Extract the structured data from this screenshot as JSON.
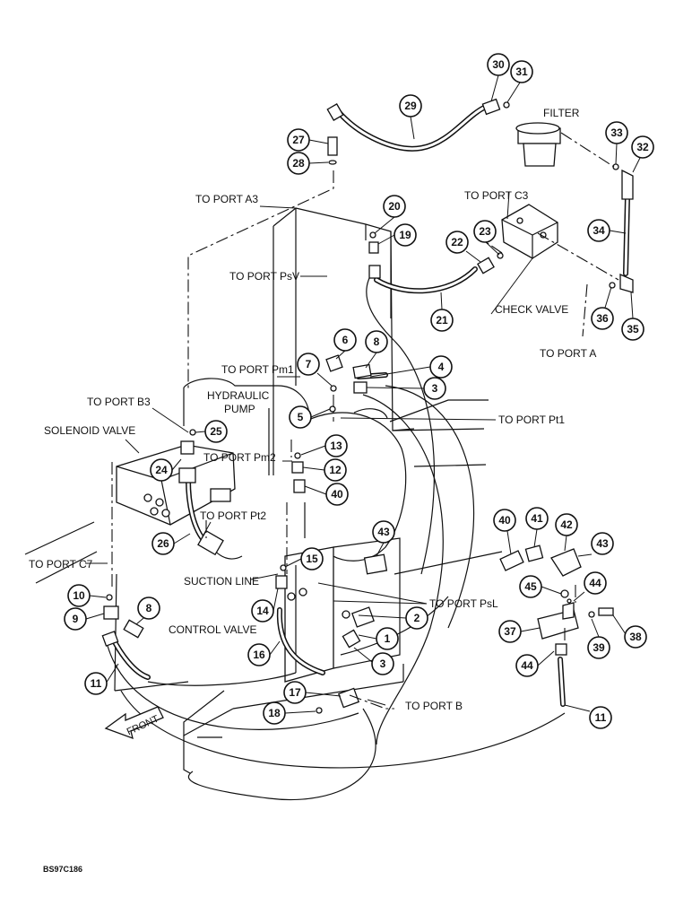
{
  "labels": {
    "filter": "FILTER",
    "to_port_a3": "TO PORT A3",
    "to_port_c3": "TO PORT C3",
    "to_port_psv": "TO PORT PsV",
    "check_valve": "CHECK VALVE",
    "to_port_a": "TO PORT A",
    "to_port_pm1": "TO PORT Pm1",
    "hydraulic_pump": "HYDRAULIC PUMP",
    "to_port_b3": "TO PORT B3",
    "to_port_pt1": "TO PORT Pt1",
    "solenoid_valve": "SOLENOID VALVE",
    "to_port_pm2": "TO PORT Pm2",
    "to_port_pt2": "TO PORT Pt2",
    "to_port_c7": "TO PORT C7",
    "suction_line": "SUCTION LINE",
    "to_port_psl": "TO PORT PsL",
    "control_valve": "CONTROL VALVE",
    "to_port_b": "TO PORT B",
    "front": "FRONT",
    "figure_code": "BS97C186"
  },
  "callouts": {
    "c30": "30",
    "c31": "31",
    "c29": "29",
    "c27": "27",
    "c28": "28",
    "c33": "33",
    "c32": "32",
    "c20": "20",
    "c19": "19",
    "c22": "22",
    "c23": "23",
    "c34": "34",
    "c21": "21",
    "c36": "36",
    "c35": "35",
    "c6": "6",
    "c8a": "8",
    "c7": "7",
    "c4": "4",
    "c3a": "3",
    "c25": "25",
    "c5": "5",
    "c13": "13",
    "c24": "24",
    "c12": "12",
    "c40a": "40",
    "c26": "26",
    "c43a": "43",
    "c15": "15",
    "c40b": "40",
    "c41": "41",
    "c42": "42",
    "c43b": "43",
    "c10": "10",
    "c9": "9",
    "c8b": "8",
    "c14": "14",
    "c2": "2",
    "c45": "45",
    "c44a": "44",
    "c1": "1",
    "c37": "37",
    "c39": "39",
    "c38": "38",
    "c16": "16",
    "c3b": "3",
    "c11a": "11",
    "c44b": "44",
    "c17": "17",
    "c18": "18",
    "c11b": "11"
  }
}
